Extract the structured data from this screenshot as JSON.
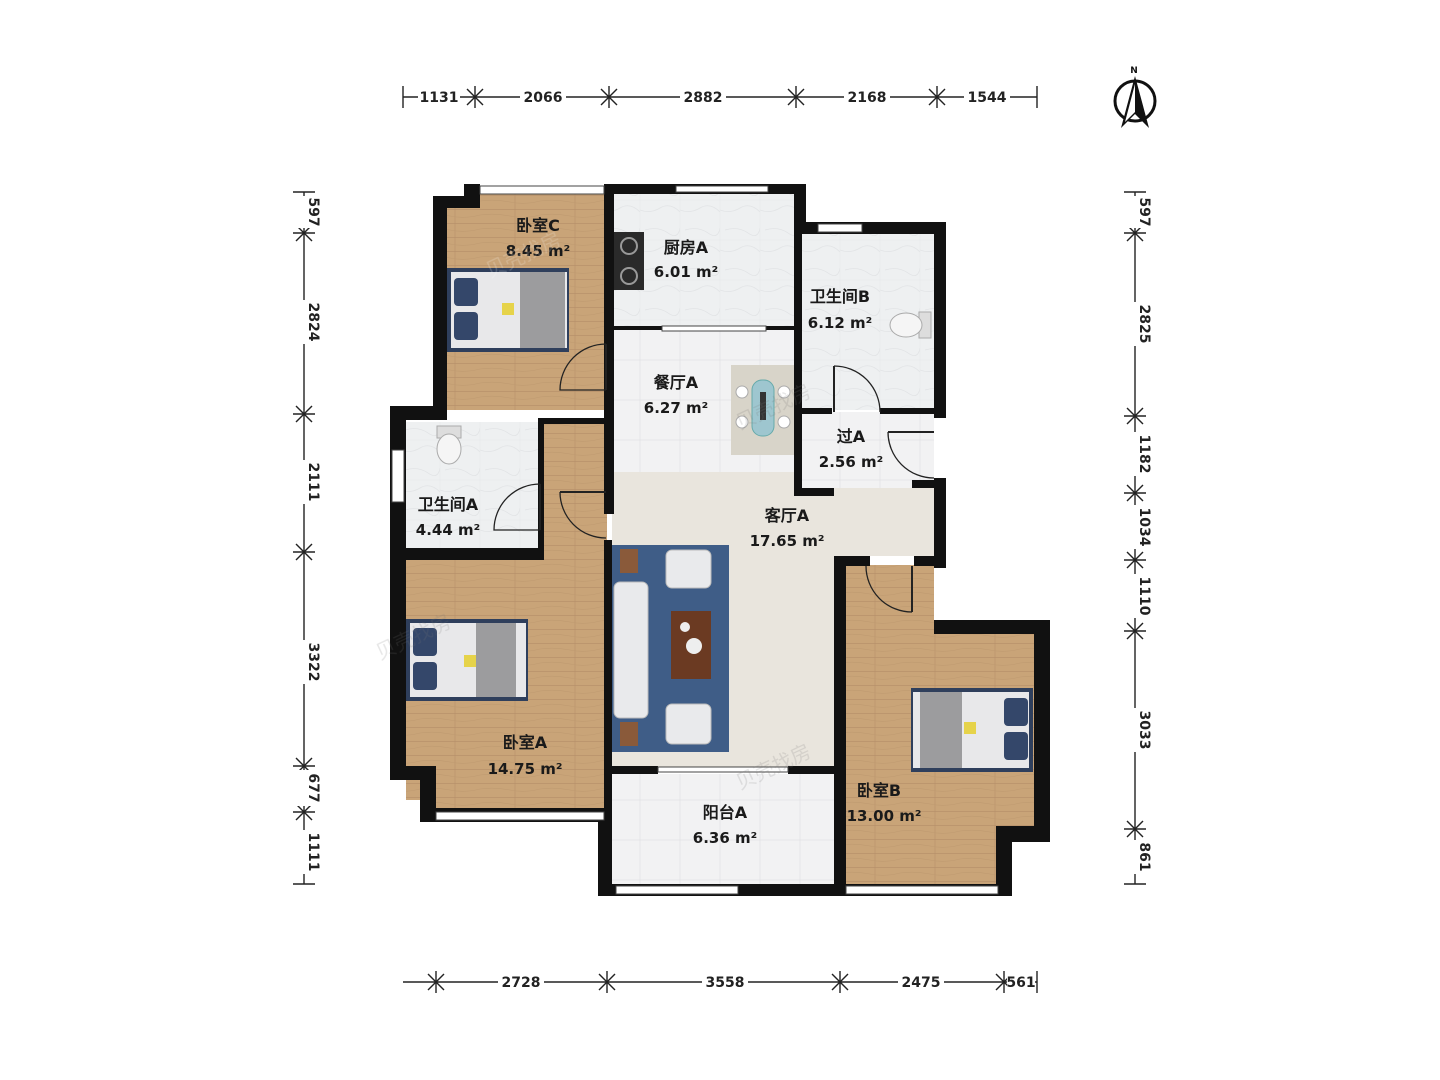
{
  "compass": {
    "north_label": "N"
  },
  "dimensions": {
    "top": [
      "1131",
      "2066",
      "2882",
      "2168",
      "1544"
    ],
    "bottom": [
      "2728",
      "3558",
      "2475",
      "561"
    ],
    "left": [
      "597",
      "2824",
      "2111",
      "3322",
      "677",
      "1111"
    ],
    "right": [
      "597",
      "2825",
      "1182",
      "1034",
      "1110",
      "3033",
      "861"
    ]
  },
  "rooms": {
    "bedroom_c": {
      "name": "卧室C",
      "area": "8.45 m²"
    },
    "kitchen_a": {
      "name": "厨房A",
      "area": "6.01 m²"
    },
    "bathroom_b": {
      "name": "卫生间B",
      "area": "6.12 m²"
    },
    "dining_a": {
      "name": "餐厅A",
      "area": "6.27 m²"
    },
    "corridor_a": {
      "name": "过A",
      "area": "2.56 m²"
    },
    "bathroom_a": {
      "name": "卫生间A",
      "area": "4.44 m²"
    },
    "living_a": {
      "name": "客厅A",
      "area": "17.65 m²"
    },
    "bedroom_a": {
      "name": "卧室A",
      "area": "14.75 m²"
    },
    "balcony_a": {
      "name": "阳台A",
      "area": "6.36 m²"
    },
    "bedroom_b": {
      "name": "卧室B",
      "area": "13.00 m²"
    }
  },
  "watermark": "贝壳找房",
  "colors": {
    "wall": "#111111",
    "wood_floor": "#c8a478",
    "tile_floor": "#eceeef",
    "living_floor": "#e9e5dd",
    "rug": "#3f5d87"
  }
}
